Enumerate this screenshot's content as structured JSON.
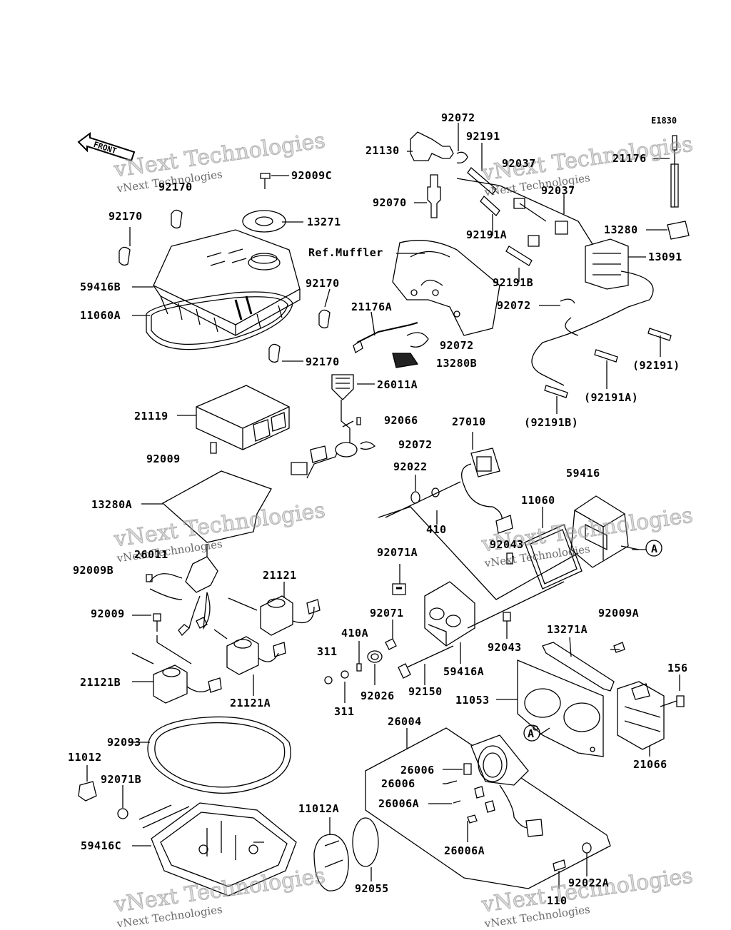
{
  "diagram_code": "E1830",
  "front_label": "FRONT",
  "watermark": {
    "big": "vNext Technologies",
    "small": "vNext Technologies"
  },
  "labels": {
    "l92072_top": "92072",
    "l92191_top": "92191",
    "l21130": "21130",
    "l92037a": "92037",
    "l92037b": "92037",
    "l92070": "92070",
    "l92191A_top": "92191A",
    "l21176": "21176",
    "l13280": "13280",
    "l13091": "13091",
    "l92009C": "92009C",
    "l92170_a": "92170",
    "l92170_b": "92170",
    "l13271": "13271",
    "l59416B": "59416B",
    "l11060A": "11060A",
    "l92170_c": "92170",
    "l92170_d": "92170",
    "ref_muffler": "Ref.Muffler",
    "l21176A": "21176A",
    "l92072_mid": "92072",
    "l13280B": "13280B",
    "l92191B_top": "92191B",
    "l92072_r": "92072",
    "l92191_p": "(92191)",
    "l92191A_p": "(92191A)",
    "l92191B_p": "(92191B)",
    "l26011A": "26011A",
    "l21119": "21119",
    "l92066": "92066",
    "l92072_low": "92072",
    "l92009": "92009",
    "l27010": "27010",
    "l92022": "92022",
    "l410": "410",
    "l59416": "59416",
    "l11060": "11060",
    "l13280A": "13280A",
    "l92043a": "92043",
    "A_ref1": "A",
    "l26011": "26011",
    "l92009B": "92009B",
    "l92071A": "92071A",
    "l21121": "21121",
    "l92009_b": "92009",
    "l92071": "92071",
    "l410A": "410A",
    "l92009A": "92009A",
    "l92043b": "92043",
    "l13271A": "13271A",
    "l311a": "311",
    "l59416A": "59416A",
    "l156": "156",
    "l21121B": "21121B",
    "l92026": "92026",
    "l92150": "92150",
    "l11053": "11053",
    "l311b": "311",
    "l21121A": "21121A",
    "l26004": "26004",
    "A_ref2": "A",
    "l21066": "21066",
    "l92093": "92093",
    "l11012": "11012",
    "l26006a": "26006",
    "l26006b": "26006",
    "l92071B": "92071B",
    "l26006A_1": "26006A",
    "l11012A": "11012A",
    "l59416C": "59416C",
    "l26006A_2": "26006A",
    "l110": "110",
    "l92022A": "92022A",
    "l92055": "92055"
  }
}
